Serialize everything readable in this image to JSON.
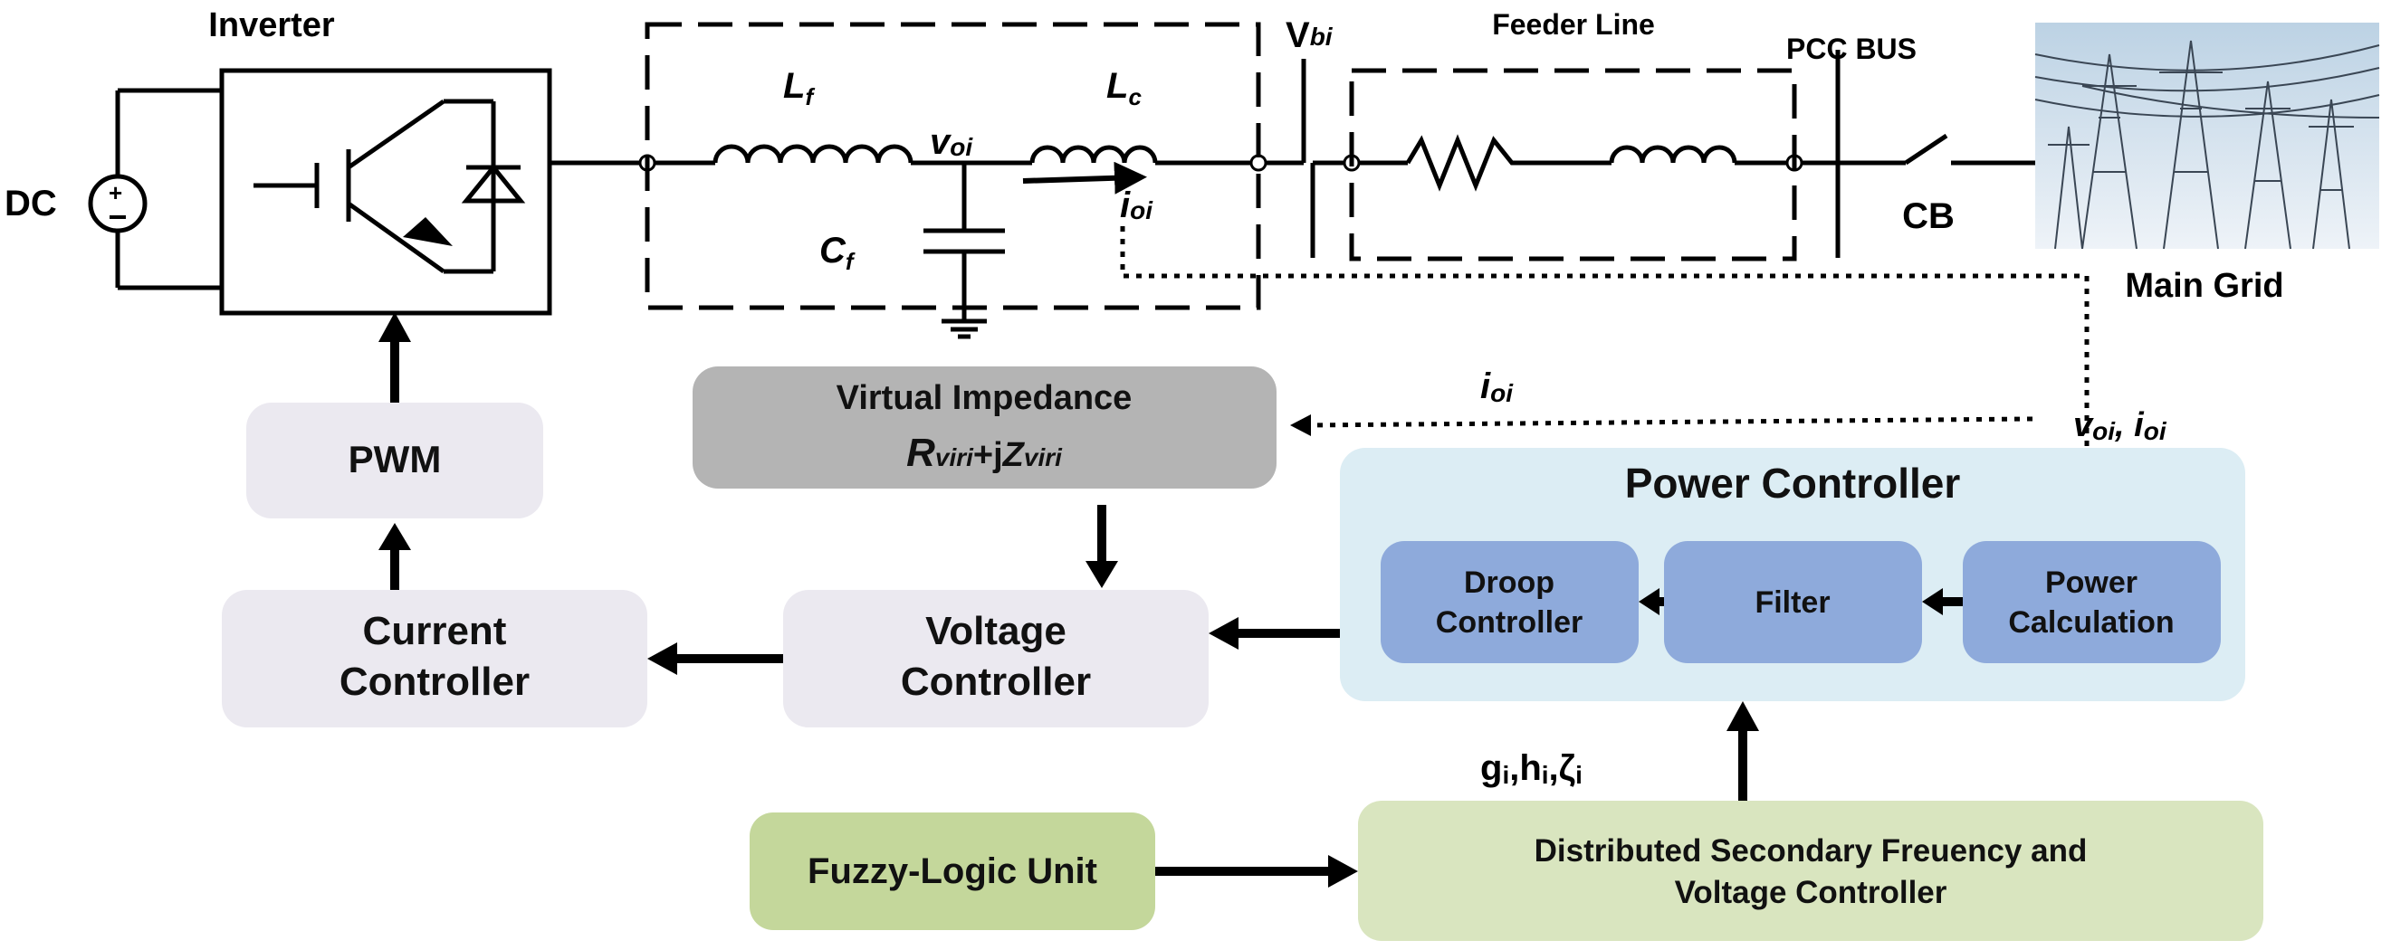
{
  "labels": {
    "inverter": "Inverter",
    "dc": "DC",
    "lf_main": "L",
    "lf_sub": "f",
    "lc_main": "L",
    "lc_sub": "c",
    "cf_main": "C",
    "cf_sub": "f",
    "voi_main": "v",
    "voi_sub": "oi",
    "ioi_main": "i",
    "ioi_sub": "oi",
    "vbi_main": "V",
    "vbi_sub": "bi",
    "feeder_line": "Feeder Line",
    "pcc_bus": "PCC BUS",
    "cb": "CB",
    "main_grid": "Main Grid",
    "ioi_feedback_main": "i",
    "ioi_feedback_sub": "oi",
    "voi_ioi_v": "v",
    "voi_ioi_v_sub": "oi",
    "voi_ioi_sep": ", ",
    "voi_ioi_i": "i",
    "voi_ioi_i_sub": "oi",
    "gains_g": "g",
    "gains_g_sub": "i",
    "gains_sep1": ",h",
    "gains_h_sub": "i",
    "gains_sep2": ",ζ",
    "gains_z_sub": "i"
  },
  "blocks": {
    "pwm": "PWM",
    "current_controller_l1": "Current",
    "current_controller_l2": "Controller",
    "voltage_controller_l1": "Voltage",
    "voltage_controller_l2": "Controller",
    "virtual_impedance_title": "Virtual Impedance",
    "virtual_impedance_r": "R",
    "virtual_impedance_r_sub": "viri",
    "virtual_impedance_plus": "+j",
    "virtual_impedance_z": "Z",
    "virtual_impedance_z_sub": "viri",
    "power_controller": "Power Controller",
    "droop_l1": "Droop",
    "droop_l2": "Controller",
    "filter": "Filter",
    "power_calc_l1": "Power",
    "power_calc_l2": "Calculation",
    "fuzzy": "Fuzzy-Logic Unit",
    "secondary_l1": "Distributed Secondary Freuency and",
    "secondary_l2": "Voltage Controller"
  },
  "colors": {
    "light_block": "#ebe9f0",
    "virtual_impedance": "#b4b4b4",
    "power_controller_bg": "#dcedf4",
    "inner_block": "#8eaadb",
    "fuzzy": "#c4d79b",
    "secondary": "#d9e5bf"
  }
}
